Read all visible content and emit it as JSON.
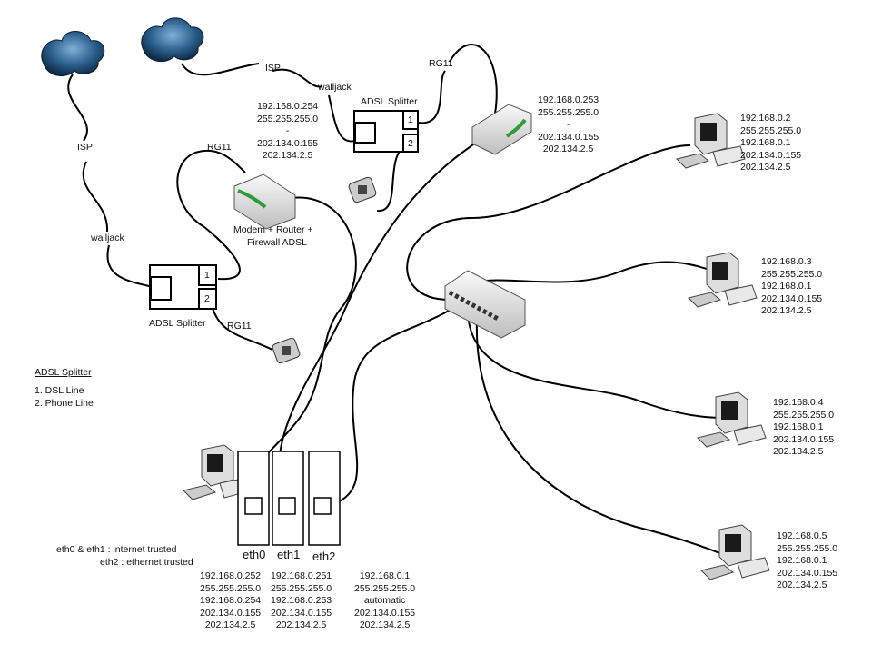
{
  "labels": {
    "isp_top": "ISP",
    "walljack_top": "walljack",
    "rg11_top": "RG11",
    "isp_left": "ISP",
    "walljack_left": "walljack",
    "rg11_modem": "RG11",
    "rg11_phone": "RG11",
    "modem_line1": "Modem + Router +",
    "modem_line2": "Firewall ADSL",
    "splitter_top": "ADSL Splitter",
    "splitter_left": "ADSL Splitter",
    "port1": "1",
    "port2": "2"
  },
  "legend": {
    "title": "ADSL Splitter",
    "items": [
      "1. DSL Line",
      "2. Phone Line"
    ]
  },
  "eth_note": [
    "eth0 & eth1 : internet trusted",
    "eth2 : ethernet trusted"
  ],
  "modem_config": [
    "192.168.0.254",
    "255.255.255.0",
    "-",
    "202.134.0.155",
    "202.134.2.5"
  ],
  "router_config": [
    "192.168.0.253",
    "255.255.255.0",
    "-",
    "202.134.0.155",
    "202.134.2.5"
  ],
  "interfaces": [
    {
      "name": "eth0",
      "config": [
        "192.168.0.252",
        "255.255.255.0",
        "192.168.0.254",
        "202.134.0.155",
        "202.134.2.5"
      ]
    },
    {
      "name": "eth1",
      "config": [
        "192.168.0.251",
        "255.255.255.0",
        "192.168.0.253",
        "202.134.0.155",
        "202.134.2.5"
      ]
    },
    {
      "name": "eth2",
      "config": [
        "192.168.0.1",
        "255.255.255.0",
        "automatic",
        "202.134.0.155",
        "202.134.2.5"
      ]
    }
  ],
  "clients": [
    {
      "config": [
        "192.168.0.2",
        "255.255.255.0",
        "192.168.0.1",
        "202.134.0.155",
        "202.134.2.5"
      ]
    },
    {
      "config": [
        "192.168.0.3",
        "255.255.255.0",
        "192.168.0.1",
        "202.134.0.155",
        "202.134.2.5"
      ]
    },
    {
      "config": [
        "192.168.0.4",
        "255.255.255.0",
        "192.168.0.1",
        "202.134.0.155",
        "202.134.2.5"
      ]
    },
    {
      "config": [
        "192.168.0.5",
        "255.255.255.0",
        "192.168.0.1",
        "202.134.0.155",
        "202.134.2.5"
      ]
    }
  ],
  "colors": {
    "cloud": "#1f4f78",
    "cable": "#000000",
    "device": "#e6e6e6",
    "led": "#2e9a3a"
  }
}
